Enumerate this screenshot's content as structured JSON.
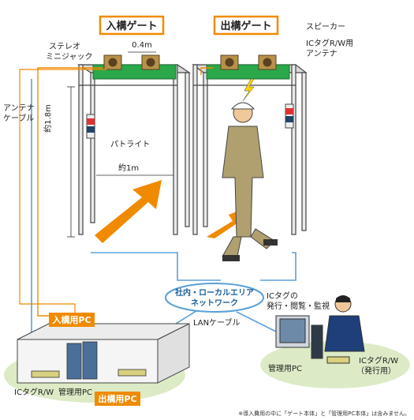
{
  "gates": {
    "entry_title": "入構ゲート",
    "exit_title": "出構ゲート"
  },
  "labels": {
    "stereo_jack": [
      "ステレオ",
      "ミニジャック"
    ],
    "width_04": "0.4m",
    "speaker": "スピーカー",
    "ic_antenna": [
      "ICタグR/W用",
      "アンテナ"
    ],
    "antenna_cable": [
      "アンテナ",
      "ケーブル"
    ],
    "height_18": "約1.8m",
    "patlite": "パトライト",
    "width_1": "約1m",
    "lan_cable": "LANケーブル",
    "ic_issue": [
      "ICタグの",
      "発行・閲覧・監視"
    ],
    "admin_pc_right": "管理用PC",
    "ic_rw_issue": [
      "ICタグR/W",
      "（発行用）"
    ],
    "ic_rw_left": "ICタグR/W",
    "admin_pc_left": "管理用PC",
    "footnote": "※導入費用の中に「ゲート本体」と「管理用PC本体」は含みません。"
  },
  "pc_tags": {
    "entry_pc": "入構用PC",
    "exit_pc": "出構用PC"
  },
  "network": [
    "社内・ローカルエリア",
    "ネットワーク"
  ],
  "colors": {
    "gate_title_border": "#f08a00",
    "pc_tag_bg": "#f08a00",
    "arrow": "#f08a00",
    "antenna": "#2aa84a",
    "network_line": "#5aa0d8",
    "cable": "#f08a00",
    "floor": "#dcebc6"
  }
}
